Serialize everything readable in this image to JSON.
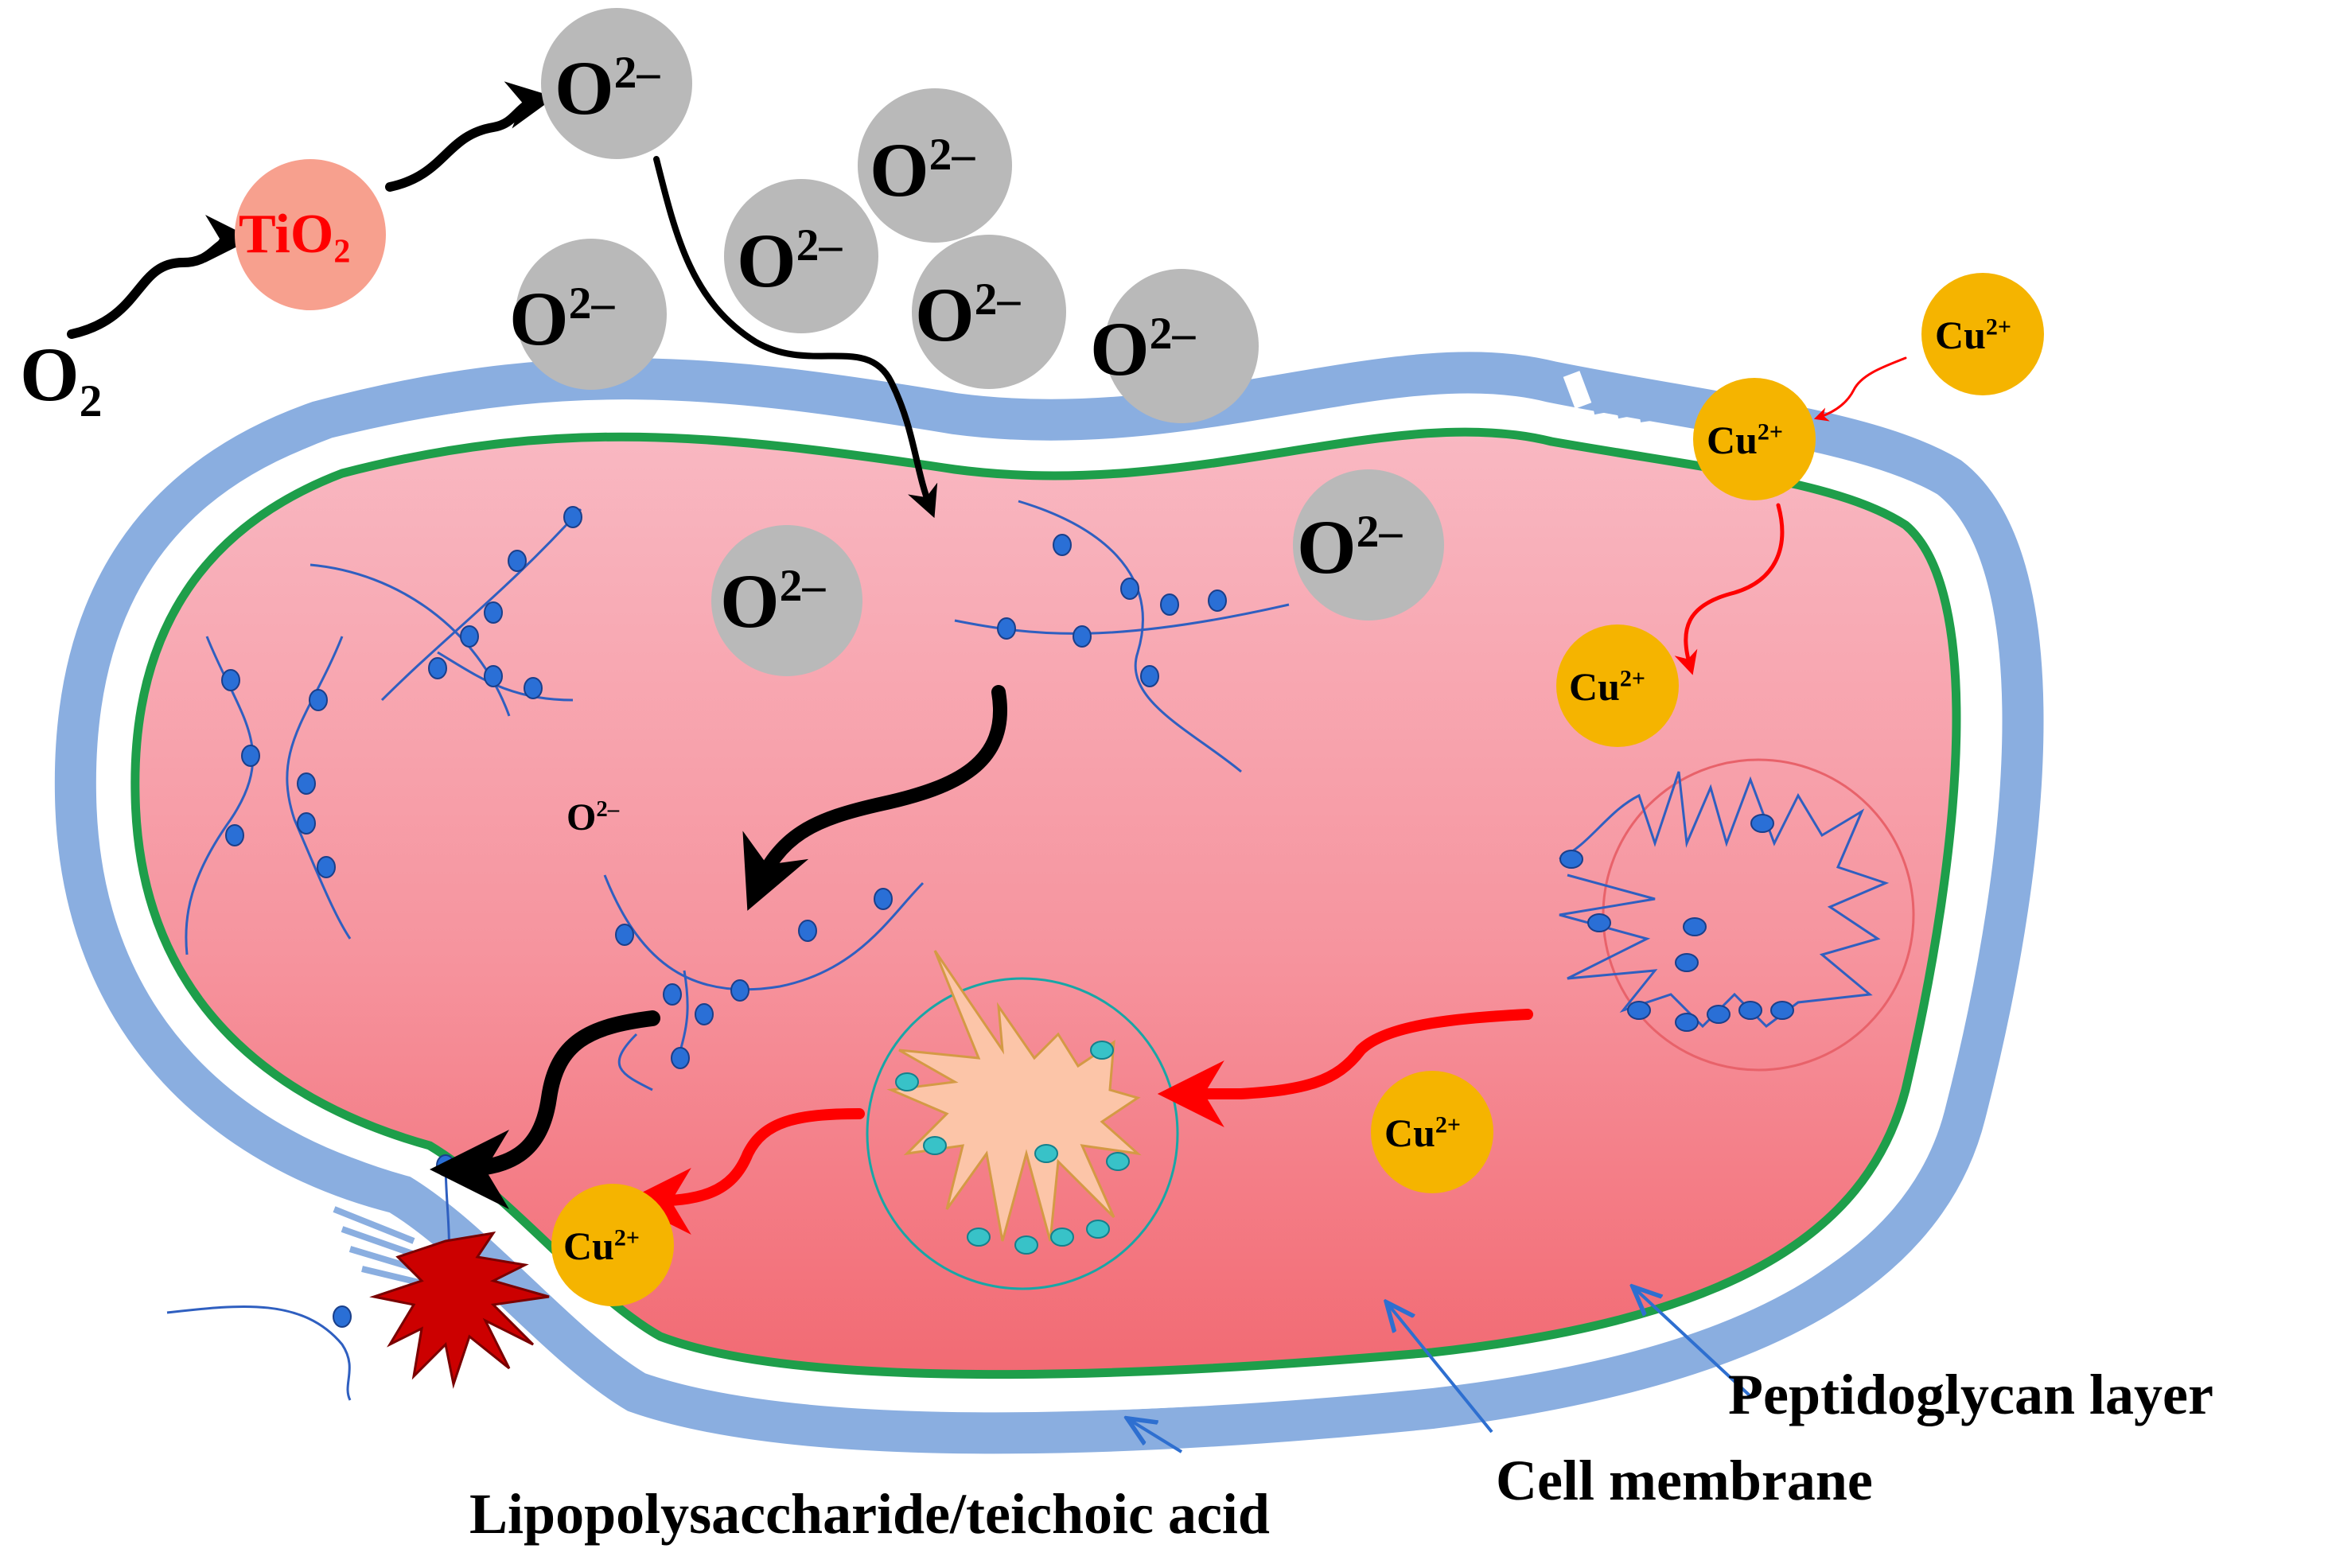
{
  "species": {
    "o2_molecule": "O",
    "o2_subscript": "2",
    "tio2_main": "TiO",
    "tio2_subscript": "2",
    "superoxide": "O",
    "superoxide_charge": "2–",
    "copper": "Cu",
    "copper_charge": "2+"
  },
  "labels": {
    "peptidoglycan": "Peptidoglycan layer",
    "cell_membrane": "Cell membrane",
    "lps": "Lipopolysaccharide/teichoic acid"
  },
  "colors": {
    "outer_wall": "#8aaee0",
    "membrane": "#1e9e4a",
    "cytoplasm_top": "#f9b4be",
    "cytoplasm_bottom": "#f4707a",
    "superoxide_ball": "#b9b9b9",
    "copper_ball": "#f5b400",
    "tio2_ball": "#f7a08e",
    "tio2_text": "#ff0000",
    "black_arrow": "#000000",
    "red_arrow": "#ff0000",
    "dna_strand": "#2f5fc0",
    "dna_dot": "#2a6fd6",
    "damaged_protein": "#cc0000"
  }
}
